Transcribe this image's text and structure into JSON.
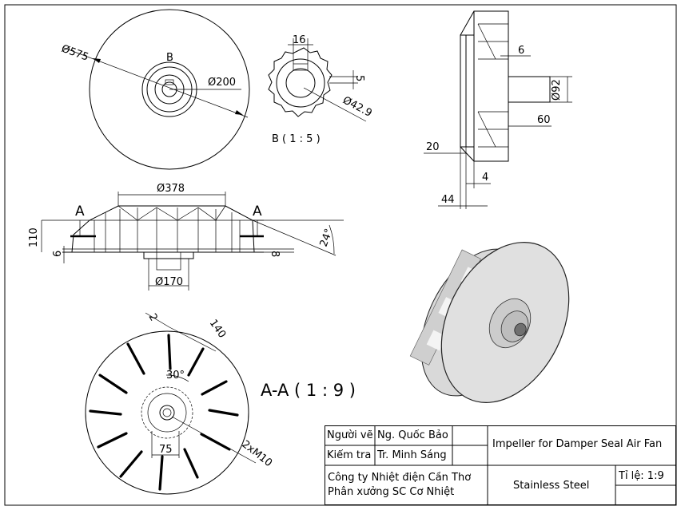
{
  "views": {
    "front": {
      "dia_outer": "Ø575",
      "dia_hub": "Ø200",
      "detail_ref": "B"
    },
    "detail_b": {
      "dim_width": "16",
      "dim_key": "5",
      "dim_dia": "Ø42.9",
      "label": "B ( 1 : 5 )"
    },
    "side": {
      "dim_6": "6",
      "dim_92": "Ø92",
      "dim_60": "60",
      "dim_20": "20",
      "dim_4": "4",
      "dim_44": "44"
    },
    "elevation": {
      "dia_top": "Ø378",
      "dia_bottom": "Ø170",
      "section_mark_left": "A",
      "section_mark_right": "A",
      "dim_height": "110",
      "dim_6": "6",
      "dim_8": "8",
      "angle": "24°"
    },
    "section": {
      "label": "A-A ( 1 : 9 )",
      "dim_2": "2",
      "dim_140": "140",
      "angle": "30°",
      "dim_75": "75",
      "thread": "2xM10"
    }
  },
  "title_block": {
    "drawn_by_label": "Người vẽ",
    "drawn_by": "Ng. Quốc Bảo",
    "checked_by_label": "Kiểm tra",
    "checked_by": "Tr. Minh Sáng",
    "title": "Impeller for Damper Seal Air Fan",
    "company_line1": "Công ty Nhiệt điện Cần Thơ",
    "company_line2": "Phân xưởng SC Cơ Nhiệt",
    "material": "Stainless Steel",
    "scale": "Tỉ lệ: 1:9"
  }
}
